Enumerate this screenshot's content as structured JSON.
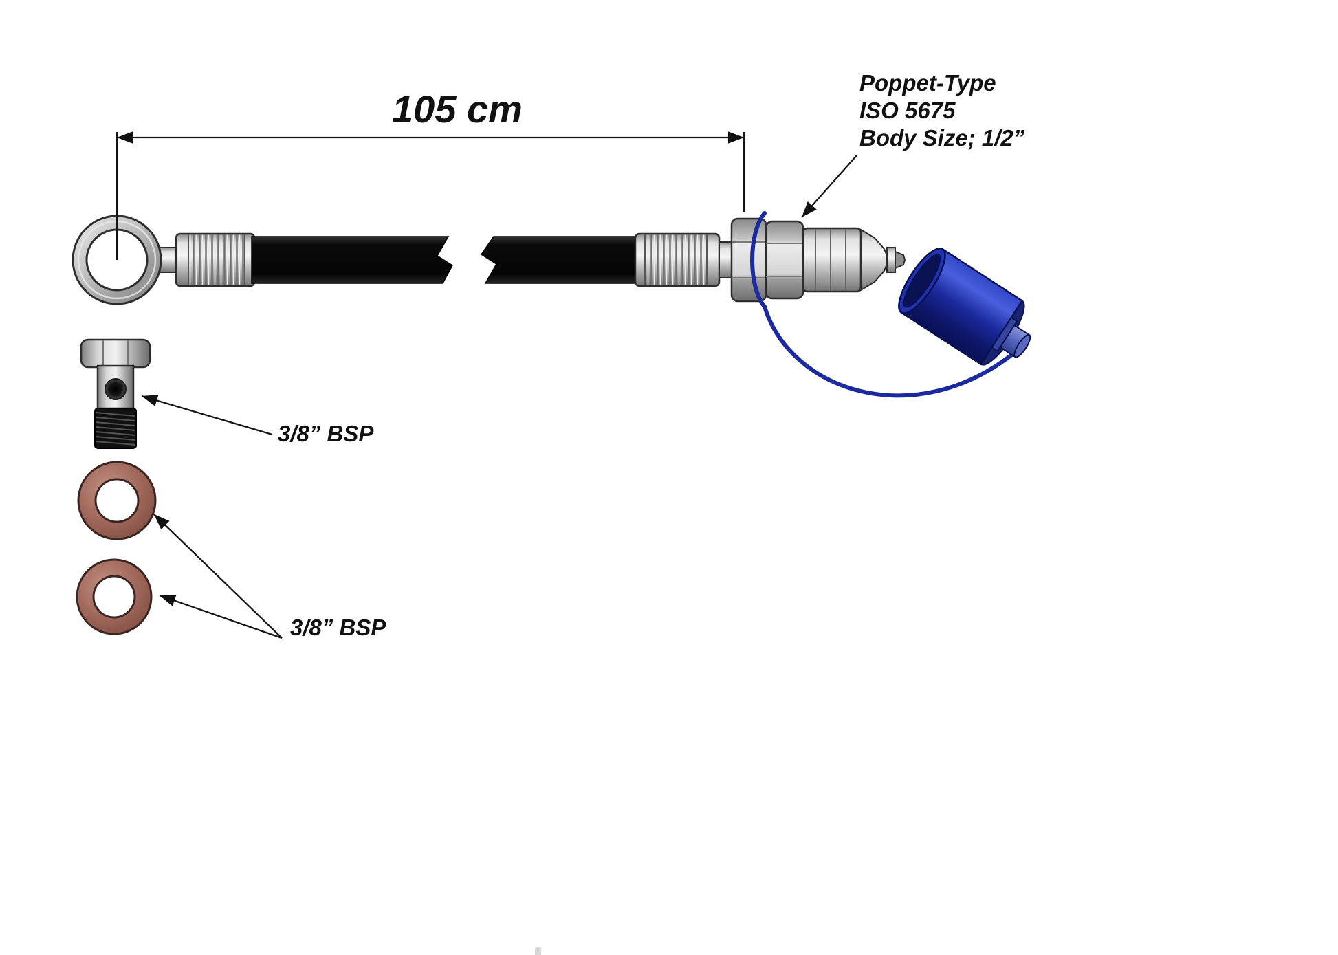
{
  "dimension": {
    "label": "105 cm"
  },
  "coupler_note": {
    "line1": "Poppet-Type",
    "line2": "ISO 5675",
    "line3": "Body Size; 1/2”"
  },
  "labels": {
    "bolt_bsp": "3/8” BSP",
    "washers_bsp": "3/8” BSP"
  },
  "colors": {
    "hose_black": "#0d0d0d",
    "metal_gray": "#c4c4c4",
    "washer_copper": "#a26a5c",
    "cap_blue": "#1b2a9e",
    "line_black": "#161616",
    "background": "#ffffff"
  }
}
